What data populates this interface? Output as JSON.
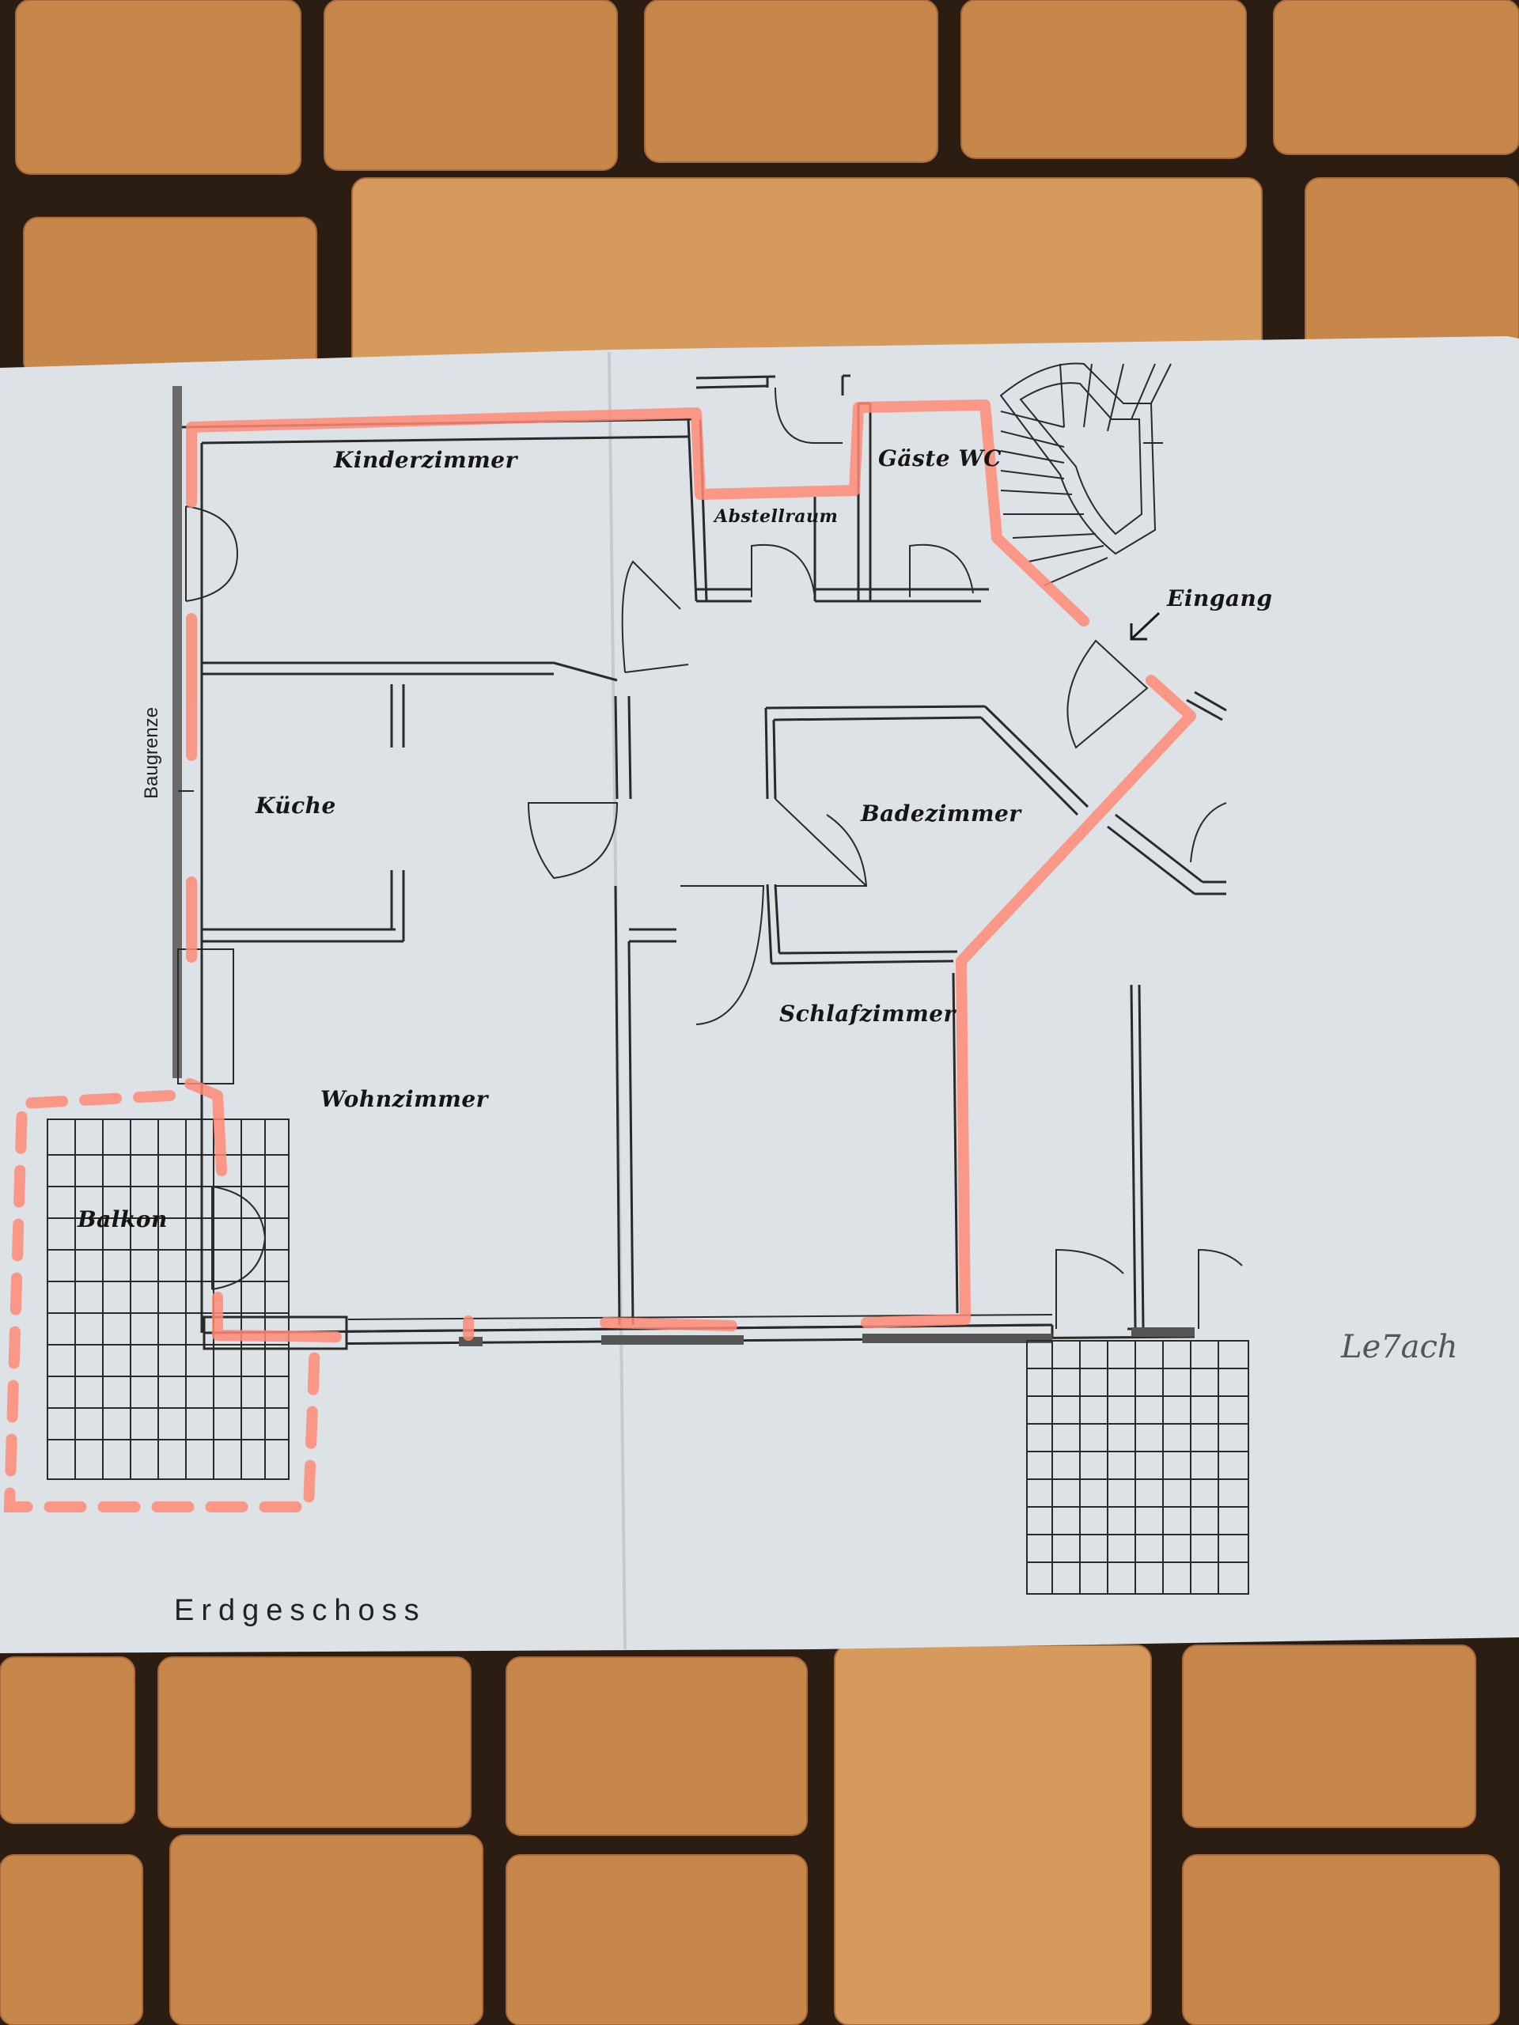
{
  "plan": {
    "title": "Erdgeschoss",
    "boundary_label": "Baugrenze",
    "entrance_label": "Eingang",
    "signature": "Le7ach",
    "rooms": [
      {
        "key": "kinderzimmer",
        "label": "Kinderzimmer"
      },
      {
        "key": "abstellraum",
        "label": "Abstellraum"
      },
      {
        "key": "gaeste_wc",
        "label": "Gäste WC"
      },
      {
        "key": "kueche",
        "label": "Küche"
      },
      {
        "key": "badezimmer",
        "label": "Badezimmer"
      },
      {
        "key": "schlafzimmer",
        "label": "Schlafzimmer"
      },
      {
        "key": "wohnzimmer",
        "label": "Wohnzimmer"
      },
      {
        "key": "balkon",
        "label": "Balkon"
      }
    ]
  },
  "colors": {
    "paper": "#dde2e6",
    "highlight": "#ff8a75",
    "wall": "#2a2a2a",
    "wood": "#c8874a",
    "gap": "#2b1d12"
  }
}
